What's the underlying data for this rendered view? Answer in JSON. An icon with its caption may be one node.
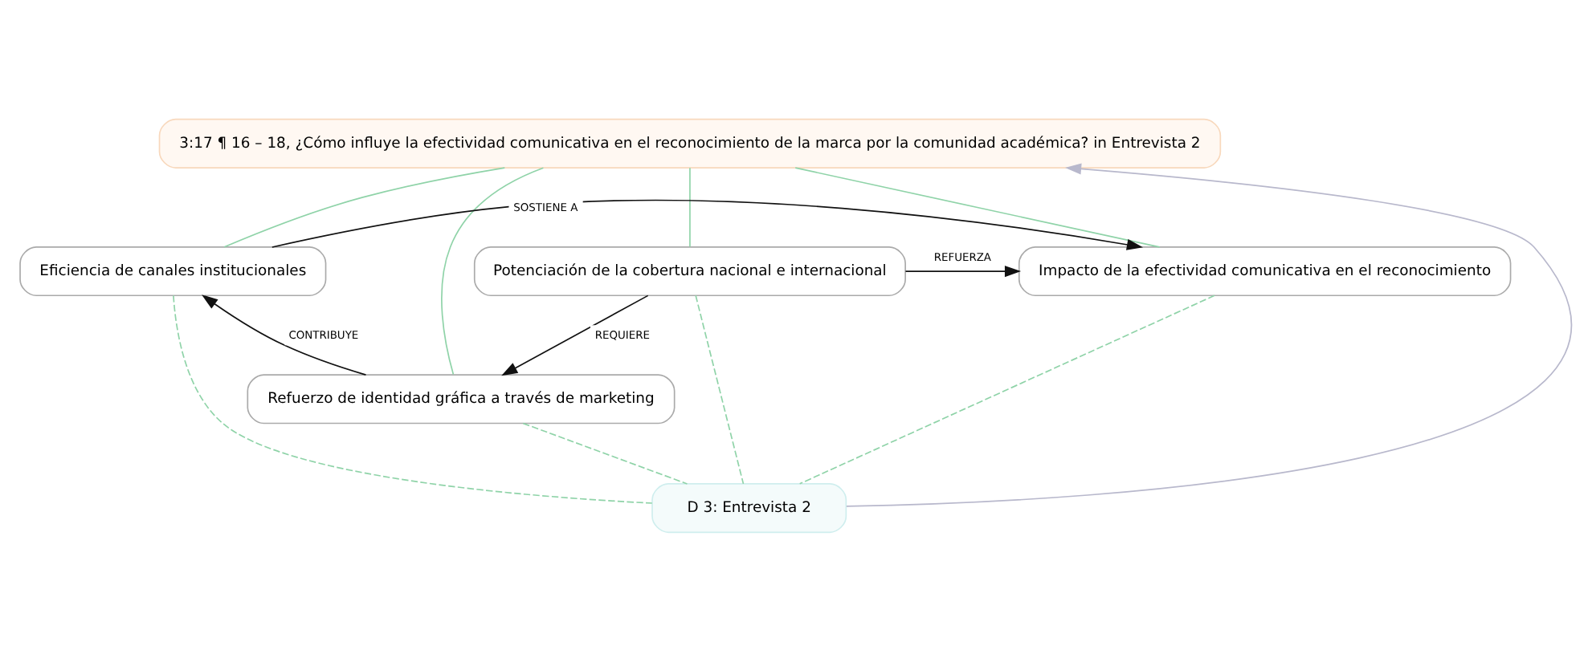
{
  "diagram": {
    "nodes": [
      {
        "text": [
          "3:17 ¶ 16 – 18, ¿Cómo influye la efectividad comunicativa en el reconocimiento de la marca por la comunidad académica? in Entrevista 2"
        ]
      },
      {
        "text": [
          "Eficiencia de canales institucionales"
        ]
      },
      {
        "text": [
          "Refuerzo de identidad gráfica a través de marketing"
        ]
      },
      {
        "text": [
          "Potenciación de la cobertura nacional e internacional"
        ]
      },
      {
        "text": [
          "Impacto de la efectividad comunicativa en el reconocimiento"
        ]
      },
      {
        "text": [
          "D 3: Entrevista 2"
        ]
      }
    ],
    "edges": [
      {
        "from": 0,
        "to": 1,
        "arrow": "none"
      },
      {
        "from": 0,
        "to": 2,
        "arrow": "none"
      },
      {
        "from": 0,
        "to": 3,
        "arrow": "none"
      },
      {
        "from": 0,
        "to": 4,
        "arrow": "none"
      },
      {
        "from": 5,
        "to": 0,
        "arrow": "to",
        "color": "#b8b8cc"
      },
      {
        "from": 1,
        "to": 5,
        "arrow": "none",
        "style": "dashed"
      },
      {
        "from": 2,
        "to": 5,
        "arrow": "none",
        "style": "dashed"
      },
      {
        "from": 3,
        "to": 5,
        "arrow": "none",
        "style": "dashed"
      },
      {
        "from": 4,
        "to": 5,
        "arrow": "none",
        "style": "dashed"
      },
      {
        "from": 1,
        "to": 4,
        "arrow": "to",
        "label": "SOSTIENE A",
        "color": "#111111"
      },
      {
        "from": 2,
        "to": 1,
        "arrow": "to",
        "label": "CONTRIBUYE",
        "color": "#111111"
      },
      {
        "from": 3,
        "to": 2,
        "arrow": "to",
        "label": "REQUIERE",
        "color": "#111111"
      },
      {
        "from": 3,
        "to": 4,
        "arrow": "to",
        "label": "REFUERZA",
        "color": "#111111"
      }
    ]
  }
}
